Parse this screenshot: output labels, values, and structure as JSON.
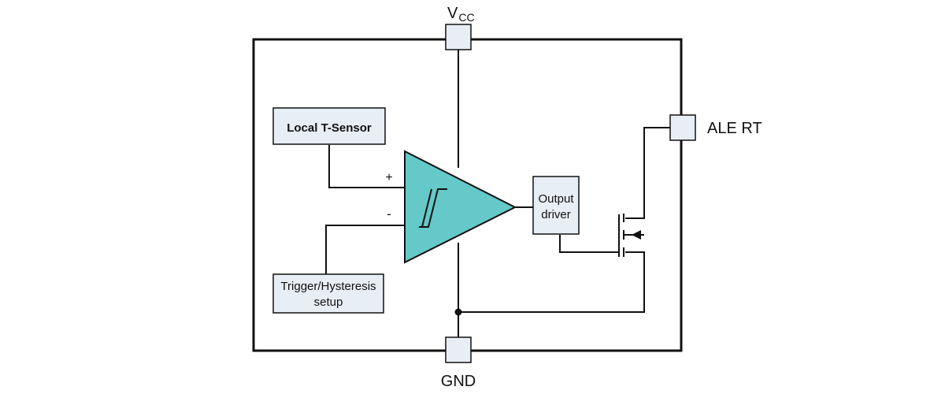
{
  "pins": {
    "vcc": {
      "main": "V",
      "sub": "CC"
    },
    "gnd": "GND",
    "alert": "ALE RT"
  },
  "blocks": {
    "sensor": "Local T-Sensor",
    "trigger_line1": "Trigger/Hysteresis",
    "trigger_line2": "setup",
    "driver_line1": "Output",
    "driver_line2": "driver"
  },
  "comparator": {
    "plus": "+",
    "minus": "-"
  },
  "colors": {
    "comparator_fill": "#66c9c9",
    "block_fill": "#e8eef6",
    "wire": "#111111"
  }
}
